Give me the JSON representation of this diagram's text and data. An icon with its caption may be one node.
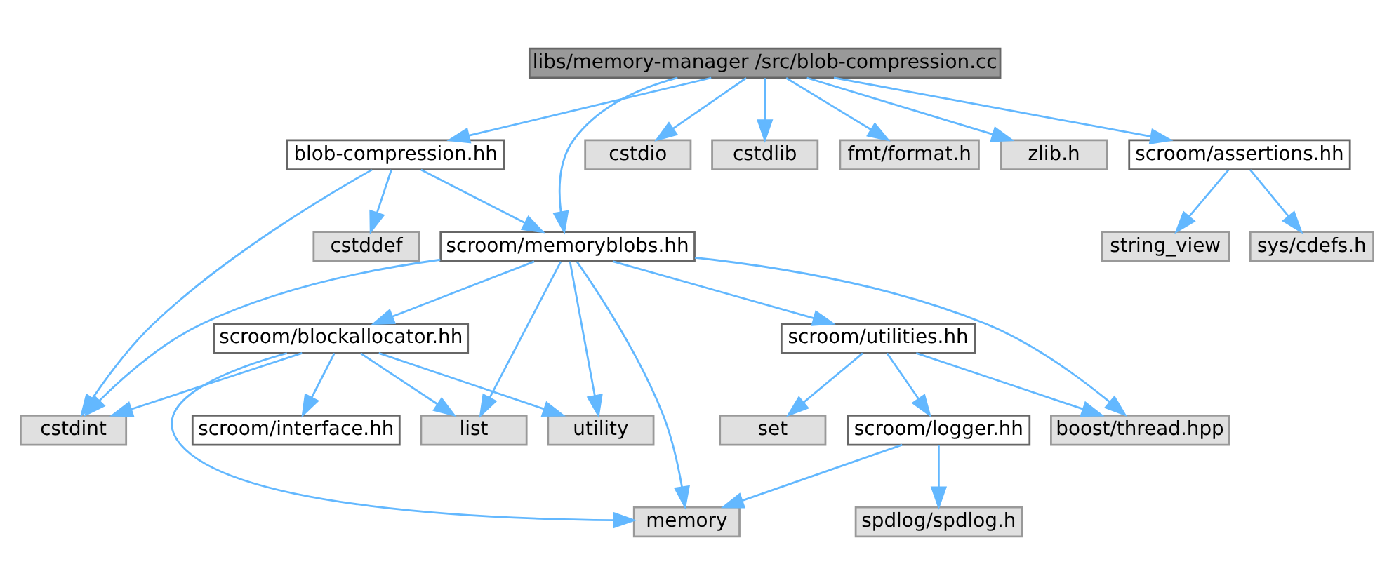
{
  "diagram": {
    "nodes": [
      {
        "text": [
          "libs/memory-manager /src/blob-compression.cc"
        ]
      },
      {
        "text": [
          "blob-compression.hh"
        ]
      },
      {
        "text": [
          "cstdio"
        ]
      },
      {
        "text": [
          "cstdlib"
        ]
      },
      {
        "text": [
          "fmt/format.h"
        ]
      },
      {
        "text": [
          "zlib.h"
        ]
      },
      {
        "text": [
          "scroom/assertions.hh"
        ]
      },
      {
        "text": [
          "cstddef"
        ]
      },
      {
        "text": [
          "scroom/memoryblobs.hh"
        ]
      },
      {
        "text": [
          "sys/cdefs.h"
        ]
      },
      {
        "text": [
          "string_view"
        ]
      },
      {
        "text": [
          "scroom/blockallocator.hh"
        ]
      },
      {
        "text": [
          "scroom/utilities.hh"
        ]
      },
      {
        "text": [
          "cstdint"
        ]
      },
      {
        "text": [
          "scroom/interface.hh"
        ]
      },
      {
        "text": [
          "list"
        ]
      },
      {
        "text": [
          "utility"
        ]
      },
      {
        "text": [
          "set"
        ]
      },
      {
        "text": [
          "scroom/logger.hh"
        ]
      },
      {
        "text": [
          "boost/thread.hpp"
        ]
      },
      {
        "text": [
          "memory"
        ]
      },
      {
        "text": [
          "spdlog/spdlog.h"
        ]
      }
    ],
    "edges": [
      {
        "from": 0,
        "to": 1,
        "arrow": "to"
      },
      {
        "from": 0,
        "to": 8,
        "arrow": "to"
      },
      {
        "from": 0,
        "to": 2,
        "arrow": "to"
      },
      {
        "from": 0,
        "to": 3,
        "arrow": "to"
      },
      {
        "from": 0,
        "to": 4,
        "arrow": "to"
      },
      {
        "from": 0,
        "to": 5,
        "arrow": "to"
      },
      {
        "from": 0,
        "to": 6,
        "arrow": "to"
      },
      {
        "from": 1,
        "to": 13,
        "arrow": "to"
      },
      {
        "from": 1,
        "to": 7,
        "arrow": "to"
      },
      {
        "from": 1,
        "to": 8,
        "arrow": "to"
      },
      {
        "from": 8,
        "to": 13,
        "arrow": "to"
      },
      {
        "from": 8,
        "to": 11,
        "arrow": "to"
      },
      {
        "from": 8,
        "to": 15,
        "arrow": "to"
      },
      {
        "from": 8,
        "to": 16,
        "arrow": "to"
      },
      {
        "from": 8,
        "to": 20,
        "arrow": "to"
      },
      {
        "from": 8,
        "to": 12,
        "arrow": "to"
      },
      {
        "from": 8,
        "to": 19,
        "arrow": "to"
      },
      {
        "from": 11,
        "to": 13,
        "arrow": "to"
      },
      {
        "from": 11,
        "to": 20,
        "arrow": "to"
      },
      {
        "from": 11,
        "to": 14,
        "arrow": "to"
      },
      {
        "from": 11,
        "to": 15,
        "arrow": "to"
      },
      {
        "from": 11,
        "to": 16,
        "arrow": "to"
      },
      {
        "from": 6,
        "to": 9,
        "arrow": "to"
      },
      {
        "from": 6,
        "to": 10,
        "arrow": "to"
      },
      {
        "from": 12,
        "to": 17,
        "arrow": "to"
      },
      {
        "from": 12,
        "to": 18,
        "arrow": "to"
      },
      {
        "from": 12,
        "to": 19,
        "arrow": "to"
      },
      {
        "from": 18,
        "to": 20,
        "arrow": "to"
      },
      {
        "from": 18,
        "to": 21,
        "arrow": "to"
      }
    ]
  }
}
